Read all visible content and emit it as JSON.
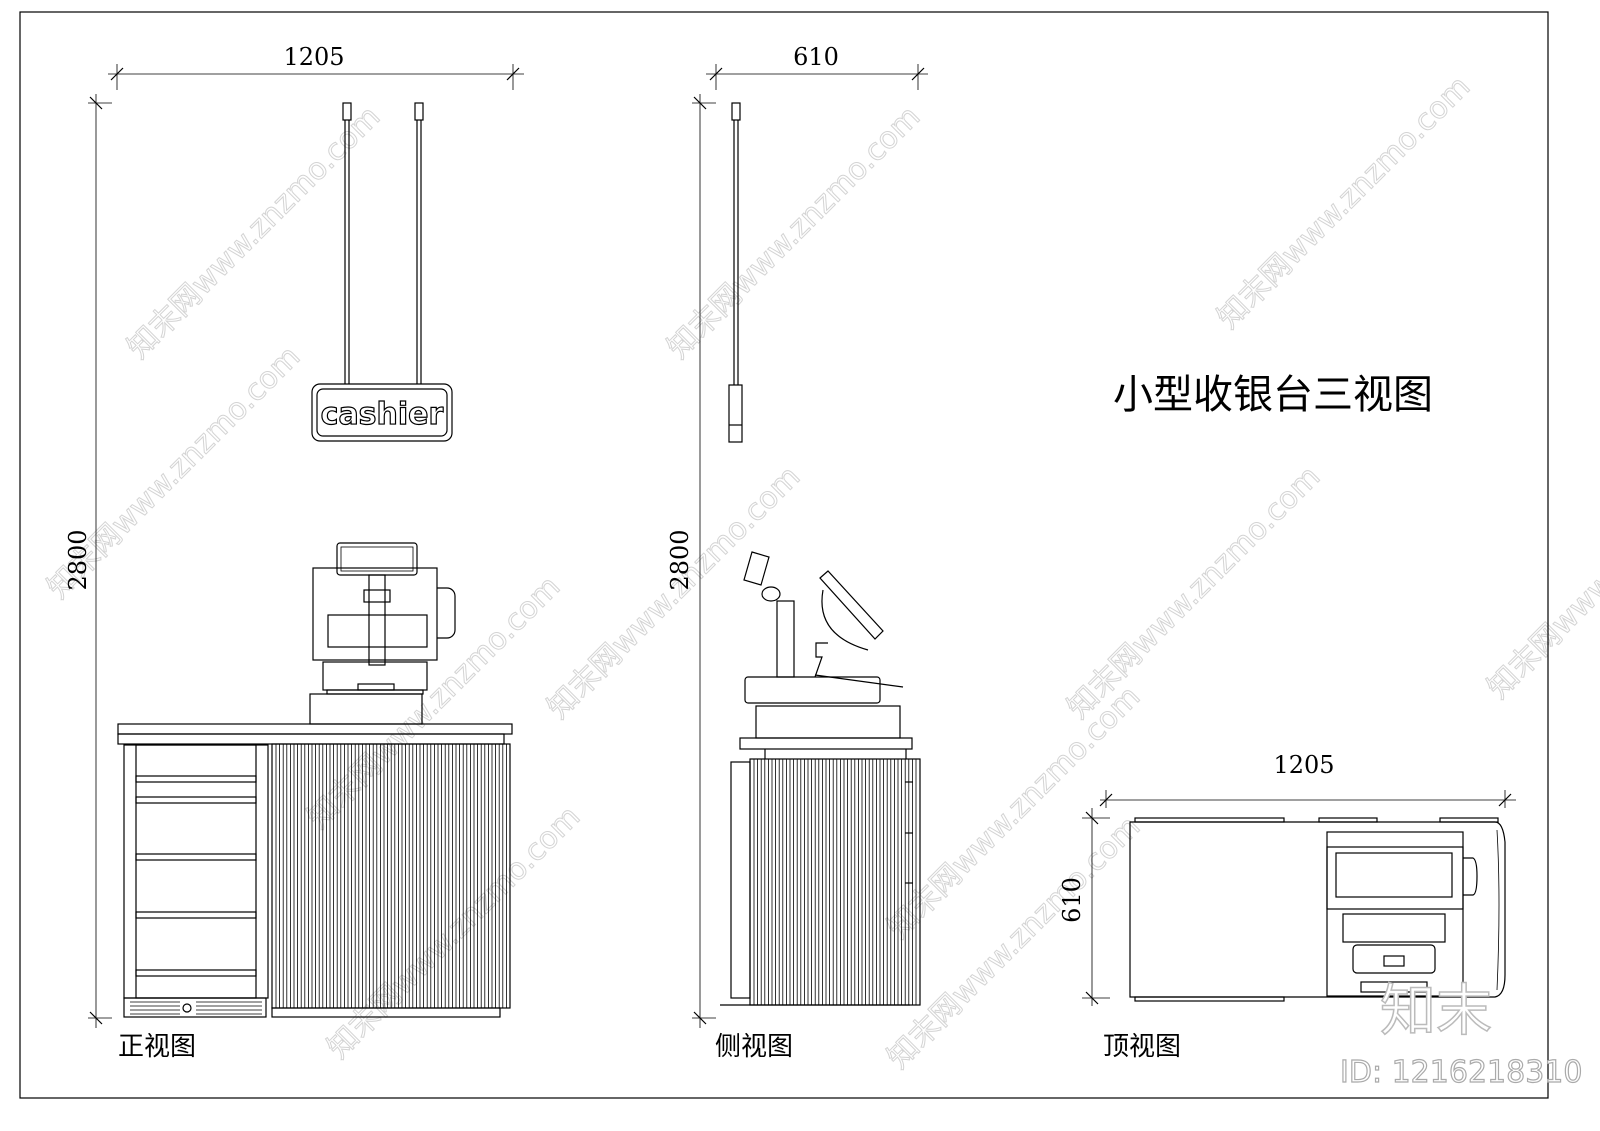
{
  "title": "小型收银台三视图",
  "views": {
    "front": {
      "label": "正视图",
      "width_dim": "1205",
      "height_dim": "2800",
      "sign_text": "cashier"
    },
    "side": {
      "label": "侧视图",
      "width_dim": "610",
      "height_dim": "2800"
    },
    "top": {
      "label": "顶视图",
      "width_dim": "1205",
      "depth_dim": "610"
    }
  },
  "watermark": {
    "text": "知末网www.znzmo.com",
    "logo": "知末",
    "id": "ID: 1216218310"
  }
}
